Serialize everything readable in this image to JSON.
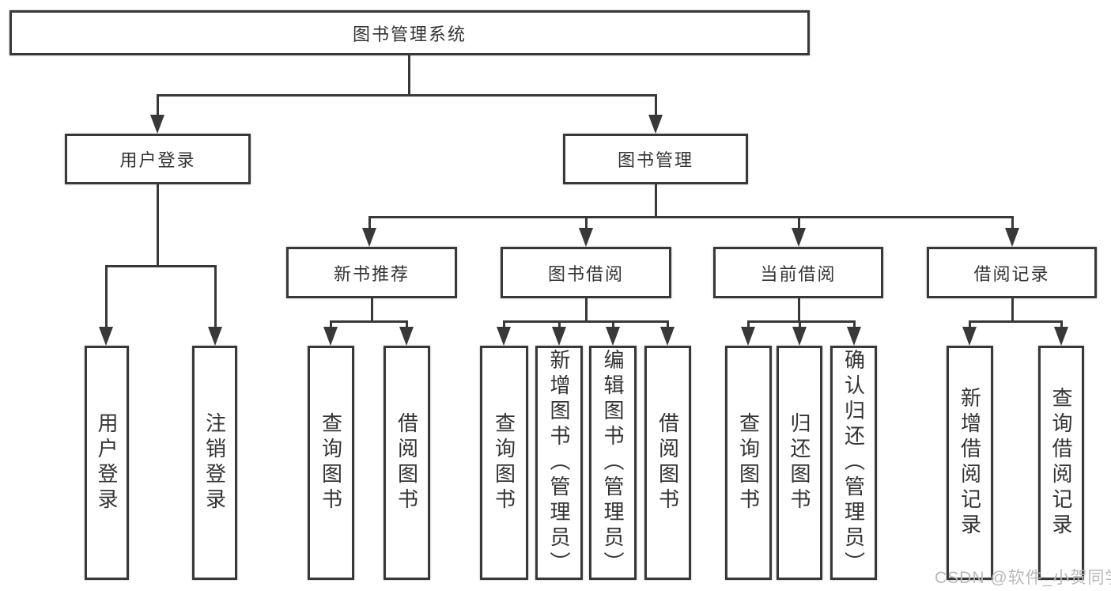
{
  "colors": {
    "line": "#383838",
    "box_border": "#383838",
    "box_fill": "#ffffff",
    "text": "#333333",
    "watermark": "#b9b9b9"
  },
  "tree": {
    "root": {
      "label": "图书管理系统"
    },
    "level2": [
      {
        "label": "用户登录",
        "leaves": [
          {
            "label": "用户登录"
          },
          {
            "label": "注销登录"
          }
        ]
      },
      {
        "label": "图书管理",
        "groups": [
          {
            "label": "新书推荐",
            "leaves": [
              {
                "label": "查询图书"
              },
              {
                "label": "借阅图书"
              }
            ]
          },
          {
            "label": "图书借阅",
            "leaves": [
              {
                "label": "查询图书"
              },
              {
                "label": "新增图书（管理员）"
              },
              {
                "label": "编辑图书（管理员）"
              },
              {
                "label": "借阅图书"
              }
            ]
          },
          {
            "label": "当前借阅",
            "leaves": [
              {
                "label": "查询图书"
              },
              {
                "label": "归还图书"
              },
              {
                "label": "确认归还（管理员）"
              }
            ]
          },
          {
            "label": "借阅记录",
            "leaves": [
              {
                "label": "新增借阅记录"
              },
              {
                "label": "查询借阅记录"
              }
            ]
          }
        ]
      }
    ]
  },
  "watermark": {
    "text": "CSDN @软件_小贺同学"
  }
}
